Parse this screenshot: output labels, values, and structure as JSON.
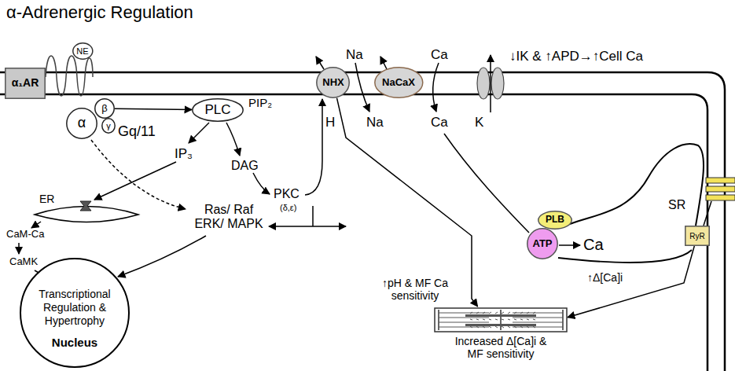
{
  "diagram": {
    "title": "α-Adrenergic Regulation",
    "nodes": [
      {
        "text": [
          "NE"
        ]
      },
      {
        "text": [
          "α₁AR"
        ]
      },
      {
        "text": [
          "α"
        ]
      },
      {
        "text": [
          "β"
        ]
      },
      {
        "text": [
          "γ"
        ]
      },
      {
        "text": [
          "PLC"
        ]
      },
      {
        "text": [
          "NHX"
        ]
      },
      {
        "text": [
          "NaCaX"
        ]
      },
      {
        "text": [
          "ER"
        ]
      },
      {
        "text": [
          "SR"
        ]
      },
      {
        "text": [
          "PLB"
        ],
        "in": 9
      },
      {
        "text": [
          "ATP"
        ],
        "in": 9
      },
      {
        "text": [
          "RyR"
        ],
        "in": 9
      },
      {
        "text": [
          "Transcriptional Regulation & Hypertrophy",
          "Nucleus"
        ]
      },
      {
        "text": [
          "Increased Δ[Ca]i & MF sensitivity"
        ]
      }
    ],
    "edges": [
      {
        "from": 3,
        "to": 5,
        "arrow": "to"
      },
      {
        "from": 6,
        "to": 14,
        "label": "↑pH & MF Ca sensitivity",
        "arrow": "to"
      },
      {
        "from": 12,
        "to": 14,
        "label": "↑Δ[Ca]i",
        "arrow": "to"
      }
    ],
    "labels": [
      "Gq/11",
      "PIP₂",
      "IP₃",
      "DAG",
      "PKC",
      "(δ,ε)",
      "Ras/ Raf ERK/ MAPK",
      "CaM-Ca",
      "CaMK",
      "Na",
      "Ca",
      "↓IK & ↑APD→↑Cell Ca",
      "H",
      "Na",
      "Ca",
      "K",
      "Ca"
    ]
  }
}
